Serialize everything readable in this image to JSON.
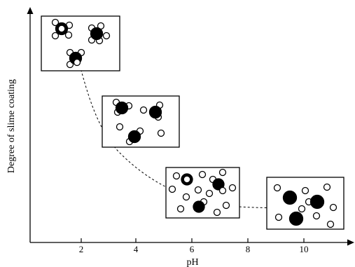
{
  "figure": {
    "x_axis_label": "pH",
    "y_axis_label": "Degree of slime coating",
    "x_ticks": [
      "2",
      "4",
      "6",
      "8",
      "10"
    ],
    "colors": {
      "ink": "#000000",
      "background": "#ffffff"
    }
  },
  "chart_data": {
    "type": "scatter",
    "xlabel": "pH",
    "ylabel": "Degree of slime coating",
    "x_ticks": [
      2,
      4,
      6,
      8,
      10
    ],
    "y_ticks": [],
    "trend": "dashed decreasing curve: slime coating is high at low pH and decreases to a low level above pH ~8",
    "panels": [
      {
        "name": "panel-ph-low",
        "coating": "heavy"
      },
      {
        "name": "panel-ph-4",
        "coating": "moderate"
      },
      {
        "name": "panel-ph-7",
        "coating": "light"
      },
      {
        "name": "panel-ph-10",
        "coating": "dispersed"
      }
    ]
  }
}
